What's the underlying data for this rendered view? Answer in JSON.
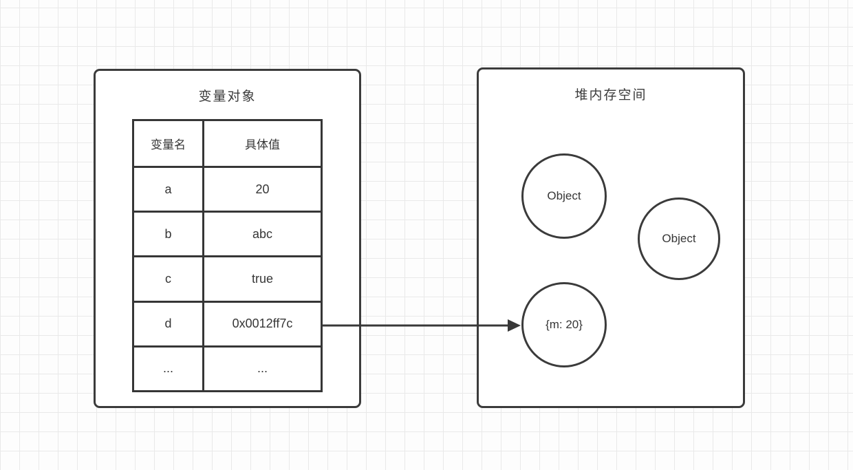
{
  "colors": {
    "stroke": "#3b3b3b",
    "text": "#363636",
    "grid": "#e9e9e9",
    "shape_fill": "#ffffff"
  },
  "variable_object_box": {
    "title": "变量对象",
    "table": {
      "headers": [
        "变量名",
        "具体值"
      ],
      "rows": [
        [
          "a",
          "20"
        ],
        [
          "b",
          "abc"
        ],
        [
          "c",
          "true"
        ],
        [
          "d",
          "0x0012ff7c"
        ],
        [
          "...",
          "..."
        ]
      ]
    }
  },
  "heap_box": {
    "title": "堆内存空间",
    "objects": [
      {
        "label": "Object"
      },
      {
        "label": "Object"
      },
      {
        "label": "{m: 20}"
      }
    ]
  },
  "arrow": {
    "from": "0x0012ff7c",
    "to": "{m: 20}"
  }
}
